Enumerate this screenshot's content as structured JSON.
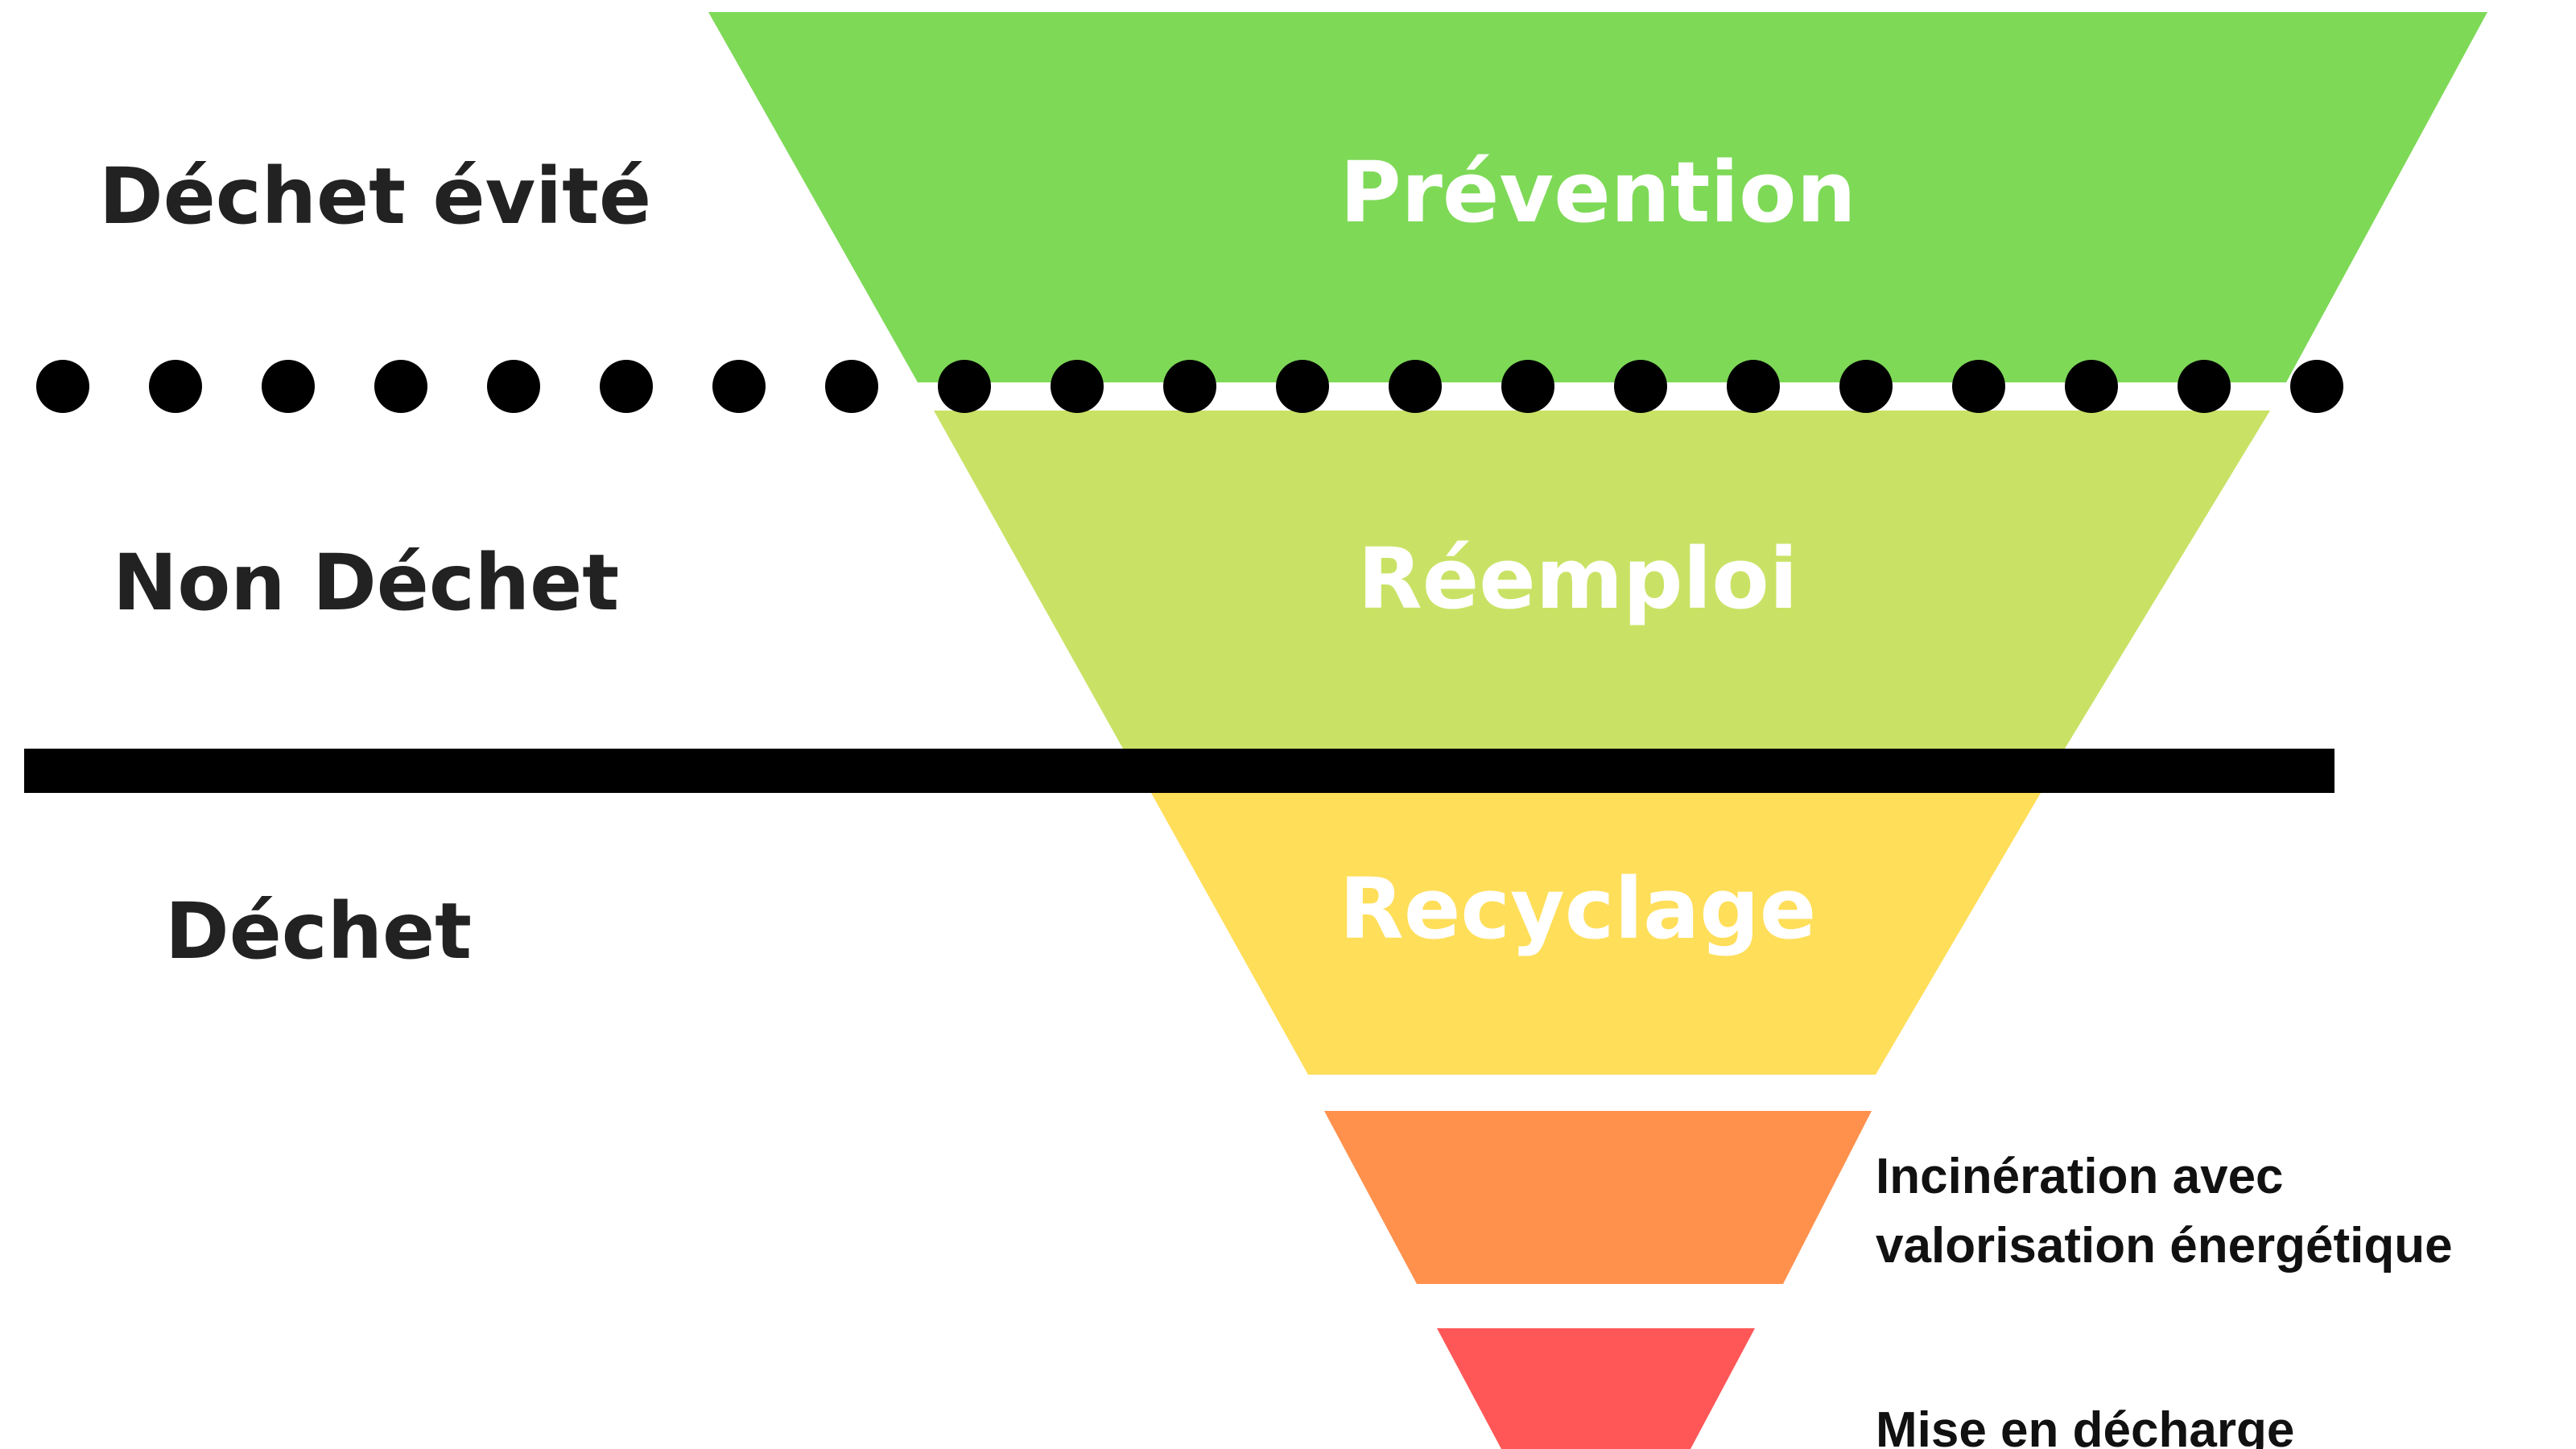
{
  "zones": {
    "avoided": "Déchet évité",
    "non_waste": "Non Déchet",
    "waste": "Déchet"
  },
  "tiers": [
    {
      "label": "Prévention",
      "color": "#7ed957"
    },
    {
      "label": "Réemploi",
      "color": "#c9e265"
    },
    {
      "label": "Recyclage",
      "color": "#ffde59"
    },
    {
      "label": "Incinération avec",
      "label_line2": "valorisation énergétique",
      "color": "#ff914d"
    },
    {
      "label": "Mise en décharge",
      "color": "#ff5757"
    }
  ],
  "colors": {
    "text_dark": "#222222",
    "divider": "#000000",
    "background": "#ffffff"
  }
}
